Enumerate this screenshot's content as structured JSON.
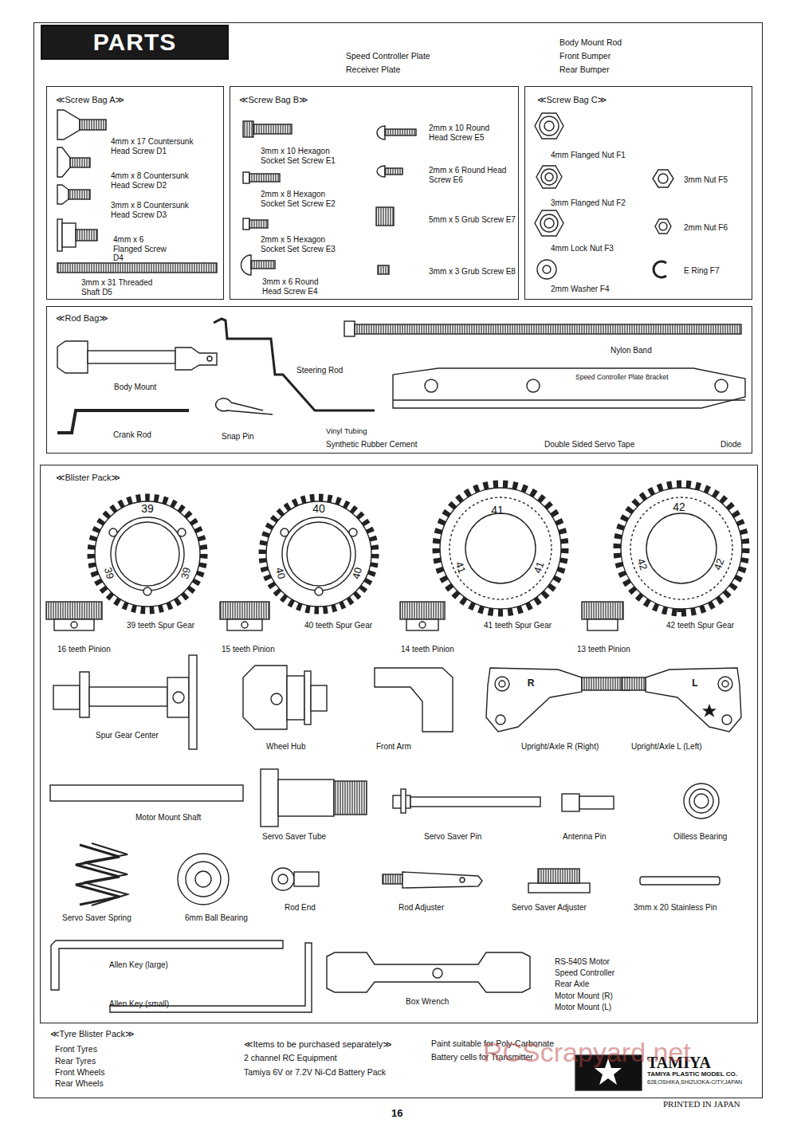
{
  "diagram": {
    "nodes": [
      {
        "text": [
          "Speed Controller Plate",
          "Receiver Plate",
          "Body Mount Rod",
          "Front Bumper",
          "Rear Bumper",
          "≪Tyre Blister Pack≫",
          "Front Tyres",
          "Rear Tyres",
          "Front Wheels",
          "Rear Wheels",
          "≪Items to be purchased separately≫",
          "2 channel RC Equipment",
          "Tamiya 6V or 7.2V Ni-Cd Battery Pack",
          "Paint suitable for Poly-Carbonate",
          "Battery cells for Transmitter"
        ]
      },
      {
        "text": [
          "PARTS"
        ],
        "in": 0
      },
      {
        "text": [
          "≪Screw Bag A≫",
          "4mm x 17 Countersunk Head Screw D1",
          "4mm x 8 Countersunk Head Screw D2",
          "3mm x 8 Countersunk Head Screw D3",
          "4mm x 6 Flanged Screw D4",
          "3mm x 31 Threaded Shaft D5"
        ],
        "in": 0
      },
      {
        "text": [
          "≪Screw Bag B≫",
          "3mm x 10 Hexagon Socket Set Screw E1",
          "2mm x 8 Hexagon Socket Set Screw E2",
          "2mm x 5 Hexagon Socket Set Screw E3",
          "3mm x 6 Round Head Screw E4",
          "2mm x 10 Round Head Screw E5",
          "2mm x 6 Round Head Screw E6",
          "5mm x 5 Grub Screw E7",
          "3mm x 3 Grub Screw E8"
        ],
        "in": 0
      },
      {
        "text": [
          "≪Screw Bag C≫",
          "4mm Flanged Nut F1",
          "3mm Flanged Nut F2",
          "4mm Lock Nut F3",
          "2mm Washer F4",
          "3mm Nut F5",
          "2mm Nut F6",
          "E Ring F7"
        ],
        "in": 0
      },
      {
        "text": [
          "≪Rod Bag≫",
          "Body Mount",
          "Steering Rod",
          "Nylon Band",
          "Speed Controller Plate Bracket",
          "Crank Rod",
          "Snap Pin",
          "Vinyl Tubing",
          "Synthetic Rubber Cement",
          "Double Sided Servo Tape",
          "Diode"
        ],
        "in": 0
      },
      {
        "text": [
          "≪Blister Pack≫",
          "39 teeth Spur Gear",
          "40 teeth Spur Gear",
          "41 teeth Spur Gear",
          "42 teeth Spur Gear",
          "16 teeth Pinion",
          "15 teeth Pinion",
          "14 teeth Pinion",
          "13 teeth Pinion",
          "Spur Gear Center",
          "Wheel Hub",
          "Front Arm",
          "Upright/Axle R (Right)",
          "Upright/Axle L (Left)",
          "Motor Mount Shaft",
          "Servo Saver Tube",
          "Servo Saver Pin",
          "Antenna Pin",
          "Oilless Bearing",
          "Servo Saver Spring",
          "6mm Ball Bearing",
          "Rod End",
          "Rod Adjuster",
          "Servo Saver Adjuster",
          "3mm x 20 Stainless Pin",
          "Allen Key (large)",
          "Allen Key (small)",
          "Box Wrench",
          "RS-540S Motor",
          "Speed Controller",
          "Rear Axle",
          "Motor Mount (R)",
          "Motor Mount (L)"
        ],
        "in": 0
      }
    ],
    "labels": [
      "39",
      "39",
      "39",
      "40",
      "40",
      "40",
      "41",
      "41",
      "41",
      "42",
      "42",
      "42",
      "R",
      "L",
      "TAMIYA",
      "TAMIYA PLASTIC MODEL CO.",
      "628,OSHIKA,SHIZUOKA-CITY,JAPAN",
      "RCScrapyard.net",
      "16",
      "PRINTED IN JAPAN"
    ]
  }
}
